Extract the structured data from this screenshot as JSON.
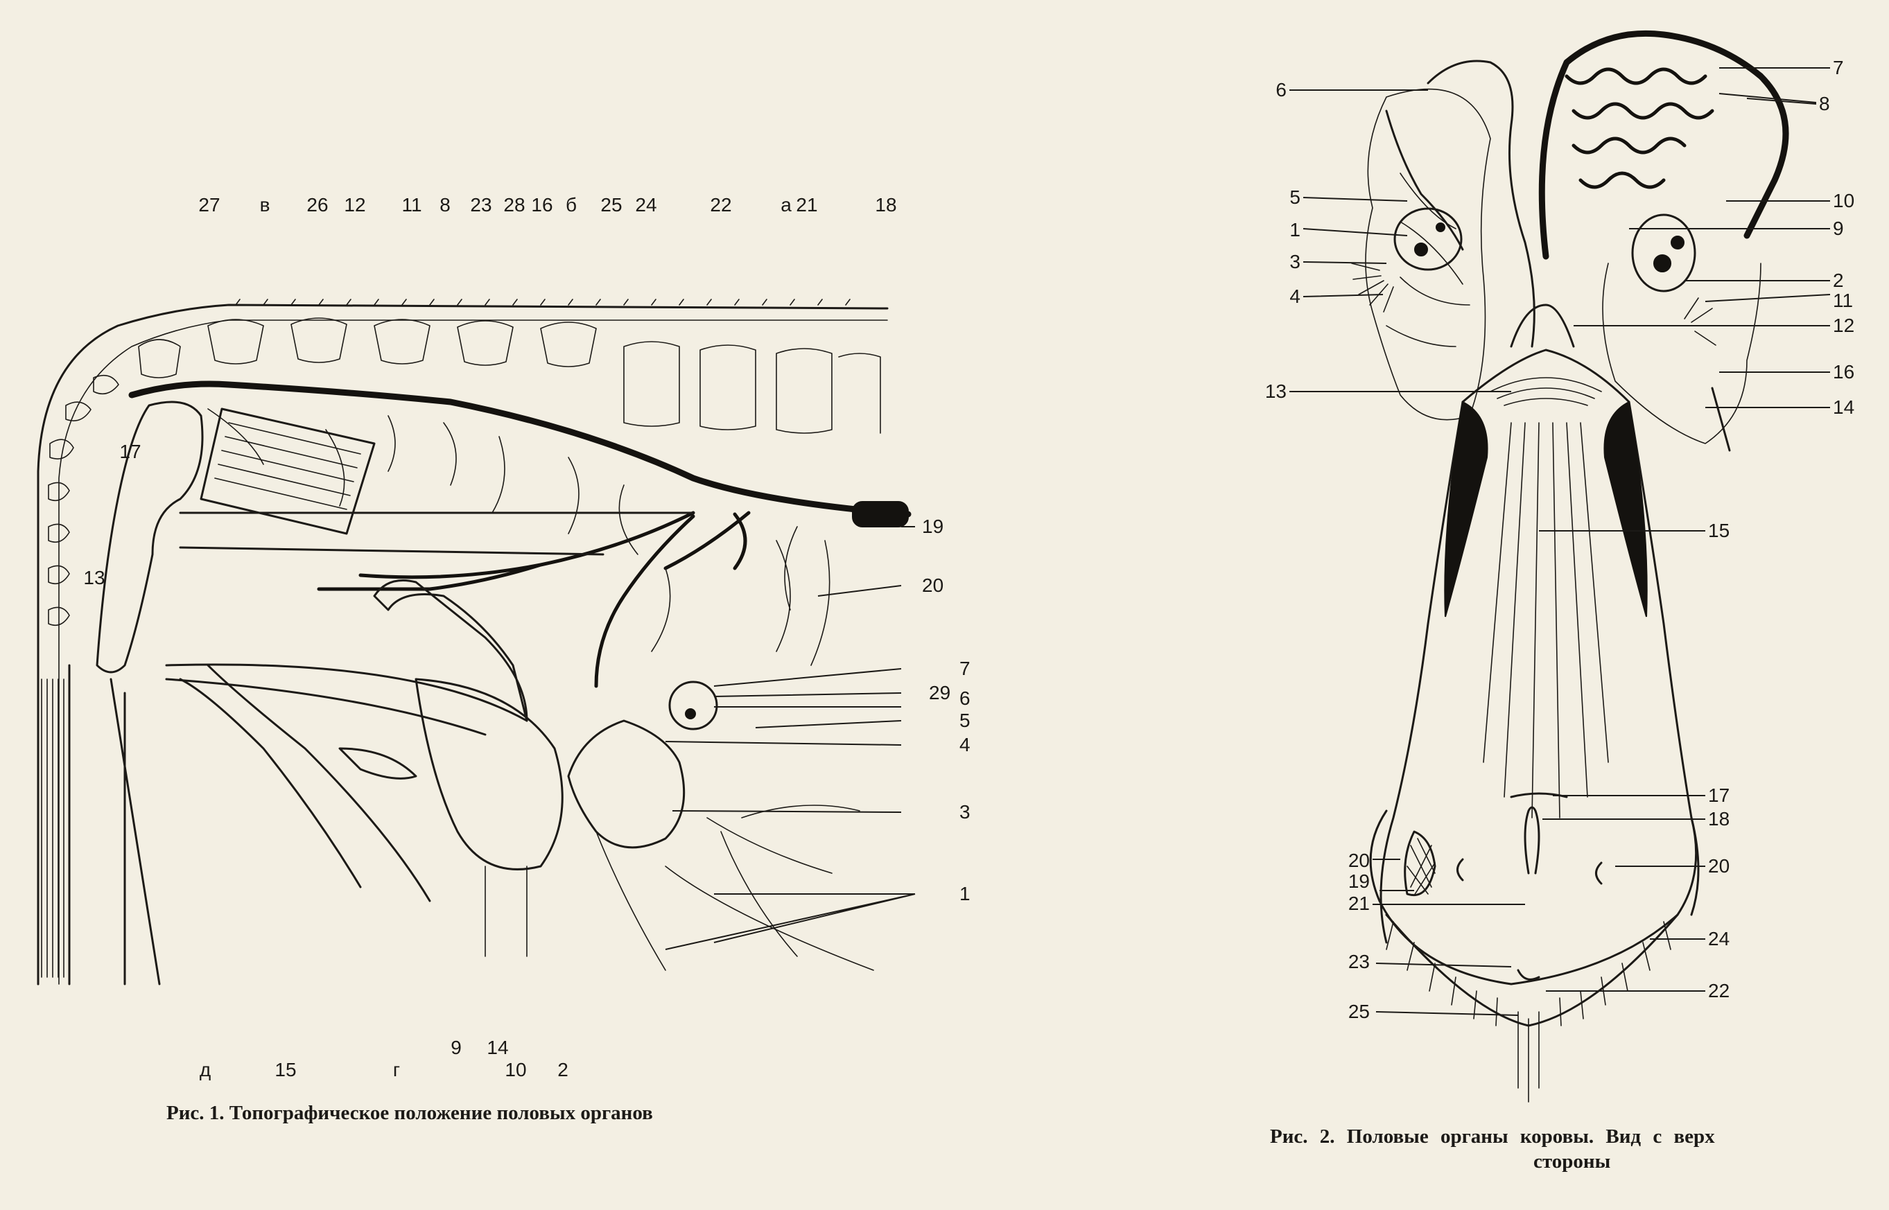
{
  "figure1": {
    "caption": "Рис. 1. Топографическое положение половых органов",
    "labels": [
      {
        "id": "f1-27",
        "text": "27"
      },
      {
        "id": "f1-v",
        "text": "в"
      },
      {
        "id": "f1-26",
        "text": "26"
      },
      {
        "id": "f1-12",
        "text": "12"
      },
      {
        "id": "f1-11",
        "text": "11"
      },
      {
        "id": "f1-8",
        "text": "8"
      },
      {
        "id": "f1-23",
        "text": "23"
      },
      {
        "id": "f1-28",
        "text": "28"
      },
      {
        "id": "f1-16",
        "text": "16"
      },
      {
        "id": "f1-b",
        "text": "б"
      },
      {
        "id": "f1-25",
        "text": "25"
      },
      {
        "id": "f1-24",
        "text": "24"
      },
      {
        "id": "f1-22",
        "text": "22"
      },
      {
        "id": "f1-a",
        "text": "а"
      },
      {
        "id": "f1-21",
        "text": "21"
      },
      {
        "id": "f1-18",
        "text": "18"
      },
      {
        "id": "f1-17",
        "text": "17"
      },
      {
        "id": "f1-13",
        "text": "13"
      },
      {
        "id": "f1-19",
        "text": "19"
      },
      {
        "id": "f1-20",
        "text": "20"
      },
      {
        "id": "f1-7",
        "text": "7"
      },
      {
        "id": "f1-29",
        "text": "29"
      },
      {
        "id": "f1-6",
        "text": "6"
      },
      {
        "id": "f1-5",
        "text": "5"
      },
      {
        "id": "f1-4",
        "text": "4"
      },
      {
        "id": "f1-3",
        "text": "3"
      },
      {
        "id": "f1-1",
        "text": "1"
      },
      {
        "id": "f1-d",
        "text": "д"
      },
      {
        "id": "f1-15",
        "text": "15"
      },
      {
        "id": "f1-g",
        "text": "г"
      },
      {
        "id": "f1-9",
        "text": "9"
      },
      {
        "id": "f1-14",
        "text": "14"
      },
      {
        "id": "f1-10",
        "text": "10"
      },
      {
        "id": "f1-2",
        "text": "2"
      }
    ]
  },
  "figure2": {
    "caption_line1": "Рис. 2. Половые органы коровы. Вид с верх",
    "caption_line2": "стороны",
    "labels": [
      {
        "id": "f2-6",
        "text": "6"
      },
      {
        "id": "f2-7",
        "text": "7"
      },
      {
        "id": "f2-8",
        "text": "8"
      },
      {
        "id": "f2-5",
        "text": "5"
      },
      {
        "id": "f2-10",
        "text": "10"
      },
      {
        "id": "f2-1",
        "text": "1"
      },
      {
        "id": "f2-9",
        "text": "9"
      },
      {
        "id": "f2-3",
        "text": "3"
      },
      {
        "id": "f2-2",
        "text": "2"
      },
      {
        "id": "f2-4",
        "text": "4"
      },
      {
        "id": "f2-11",
        "text": "11"
      },
      {
        "id": "f2-12",
        "text": "12"
      },
      {
        "id": "f2-16",
        "text": "16"
      },
      {
        "id": "f2-13",
        "text": "13"
      },
      {
        "id": "f2-14",
        "text": "14"
      },
      {
        "id": "f2-15",
        "text": "15"
      },
      {
        "id": "f2-17",
        "text": "17"
      },
      {
        "id": "f2-18",
        "text": "18"
      },
      {
        "id": "f2-20l",
        "text": "20"
      },
      {
        "id": "f2-20r",
        "text": "20"
      },
      {
        "id": "f2-19",
        "text": "19"
      },
      {
        "id": "f2-21",
        "text": "21"
      },
      {
        "id": "f2-24",
        "text": "24"
      },
      {
        "id": "f2-23",
        "text": "23"
      },
      {
        "id": "f2-22",
        "text": "22"
      },
      {
        "id": "f2-25",
        "text": "25"
      }
    ]
  }
}
